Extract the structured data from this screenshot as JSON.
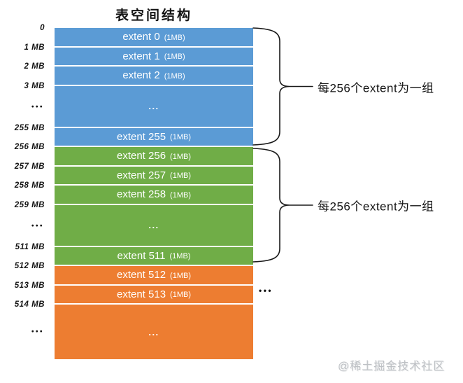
{
  "title": "表空间结构",
  "colors": {
    "group1": "#5B9BD5",
    "group2": "#70AD47",
    "group3": "#ED7D31"
  },
  "rows": [
    {
      "axis_label": "0",
      "label": "extent 0",
      "size": "(1MB)",
      "group": 1,
      "kind": "extent"
    },
    {
      "axis_label": "1 MB",
      "label": "extent 1",
      "size": "(1MB)",
      "group": 1,
      "kind": "extent"
    },
    {
      "axis_label": "2 MB",
      "label": "extent 2",
      "size": "(1MB)",
      "group": 1,
      "kind": "extent"
    },
    {
      "axis_label": "3 MB",
      "label": "...",
      "group": 1,
      "kind": "ellipsis",
      "axis_mid_label": "•••"
    },
    {
      "axis_label": "255 MB",
      "label": "extent 255",
      "size": "(1MB)",
      "group": 1,
      "kind": "extent"
    },
    {
      "axis_label": "256 MB",
      "label": "extent 256",
      "size": "(1MB)",
      "group": 2,
      "kind": "extent"
    },
    {
      "axis_label": "257 MB",
      "label": "extent 257",
      "size": "(1MB)",
      "group": 2,
      "kind": "extent"
    },
    {
      "axis_label": "258 MB",
      "label": "extent 258",
      "size": "(1MB)",
      "group": 2,
      "kind": "extent"
    },
    {
      "axis_label": "259 MB",
      "label": "...",
      "group": 2,
      "kind": "ellipsis",
      "axis_mid_label": "•••"
    },
    {
      "axis_label": "511 MB",
      "label": "extent 511",
      "size": "(1MB)",
      "group": 2,
      "kind": "extent"
    },
    {
      "axis_label": "512 MB",
      "label": "extent 512",
      "size": "(1MB)",
      "group": 3,
      "kind": "extent"
    },
    {
      "axis_label": "513 MB",
      "label": "extent 513",
      "size": "(1MB)",
      "group": 3,
      "kind": "extent"
    },
    {
      "axis_label": "514 MB",
      "label": "...",
      "group": 3,
      "kind": "ellipsis",
      "axis_mid_label": "•••"
    }
  ],
  "annotations": [
    {
      "text": "每256个extent为一组"
    },
    {
      "text": "每256个extent为一组"
    }
  ],
  "right_ellipsis": "•••",
  "watermark": "@稀土掘金技术社区"
}
